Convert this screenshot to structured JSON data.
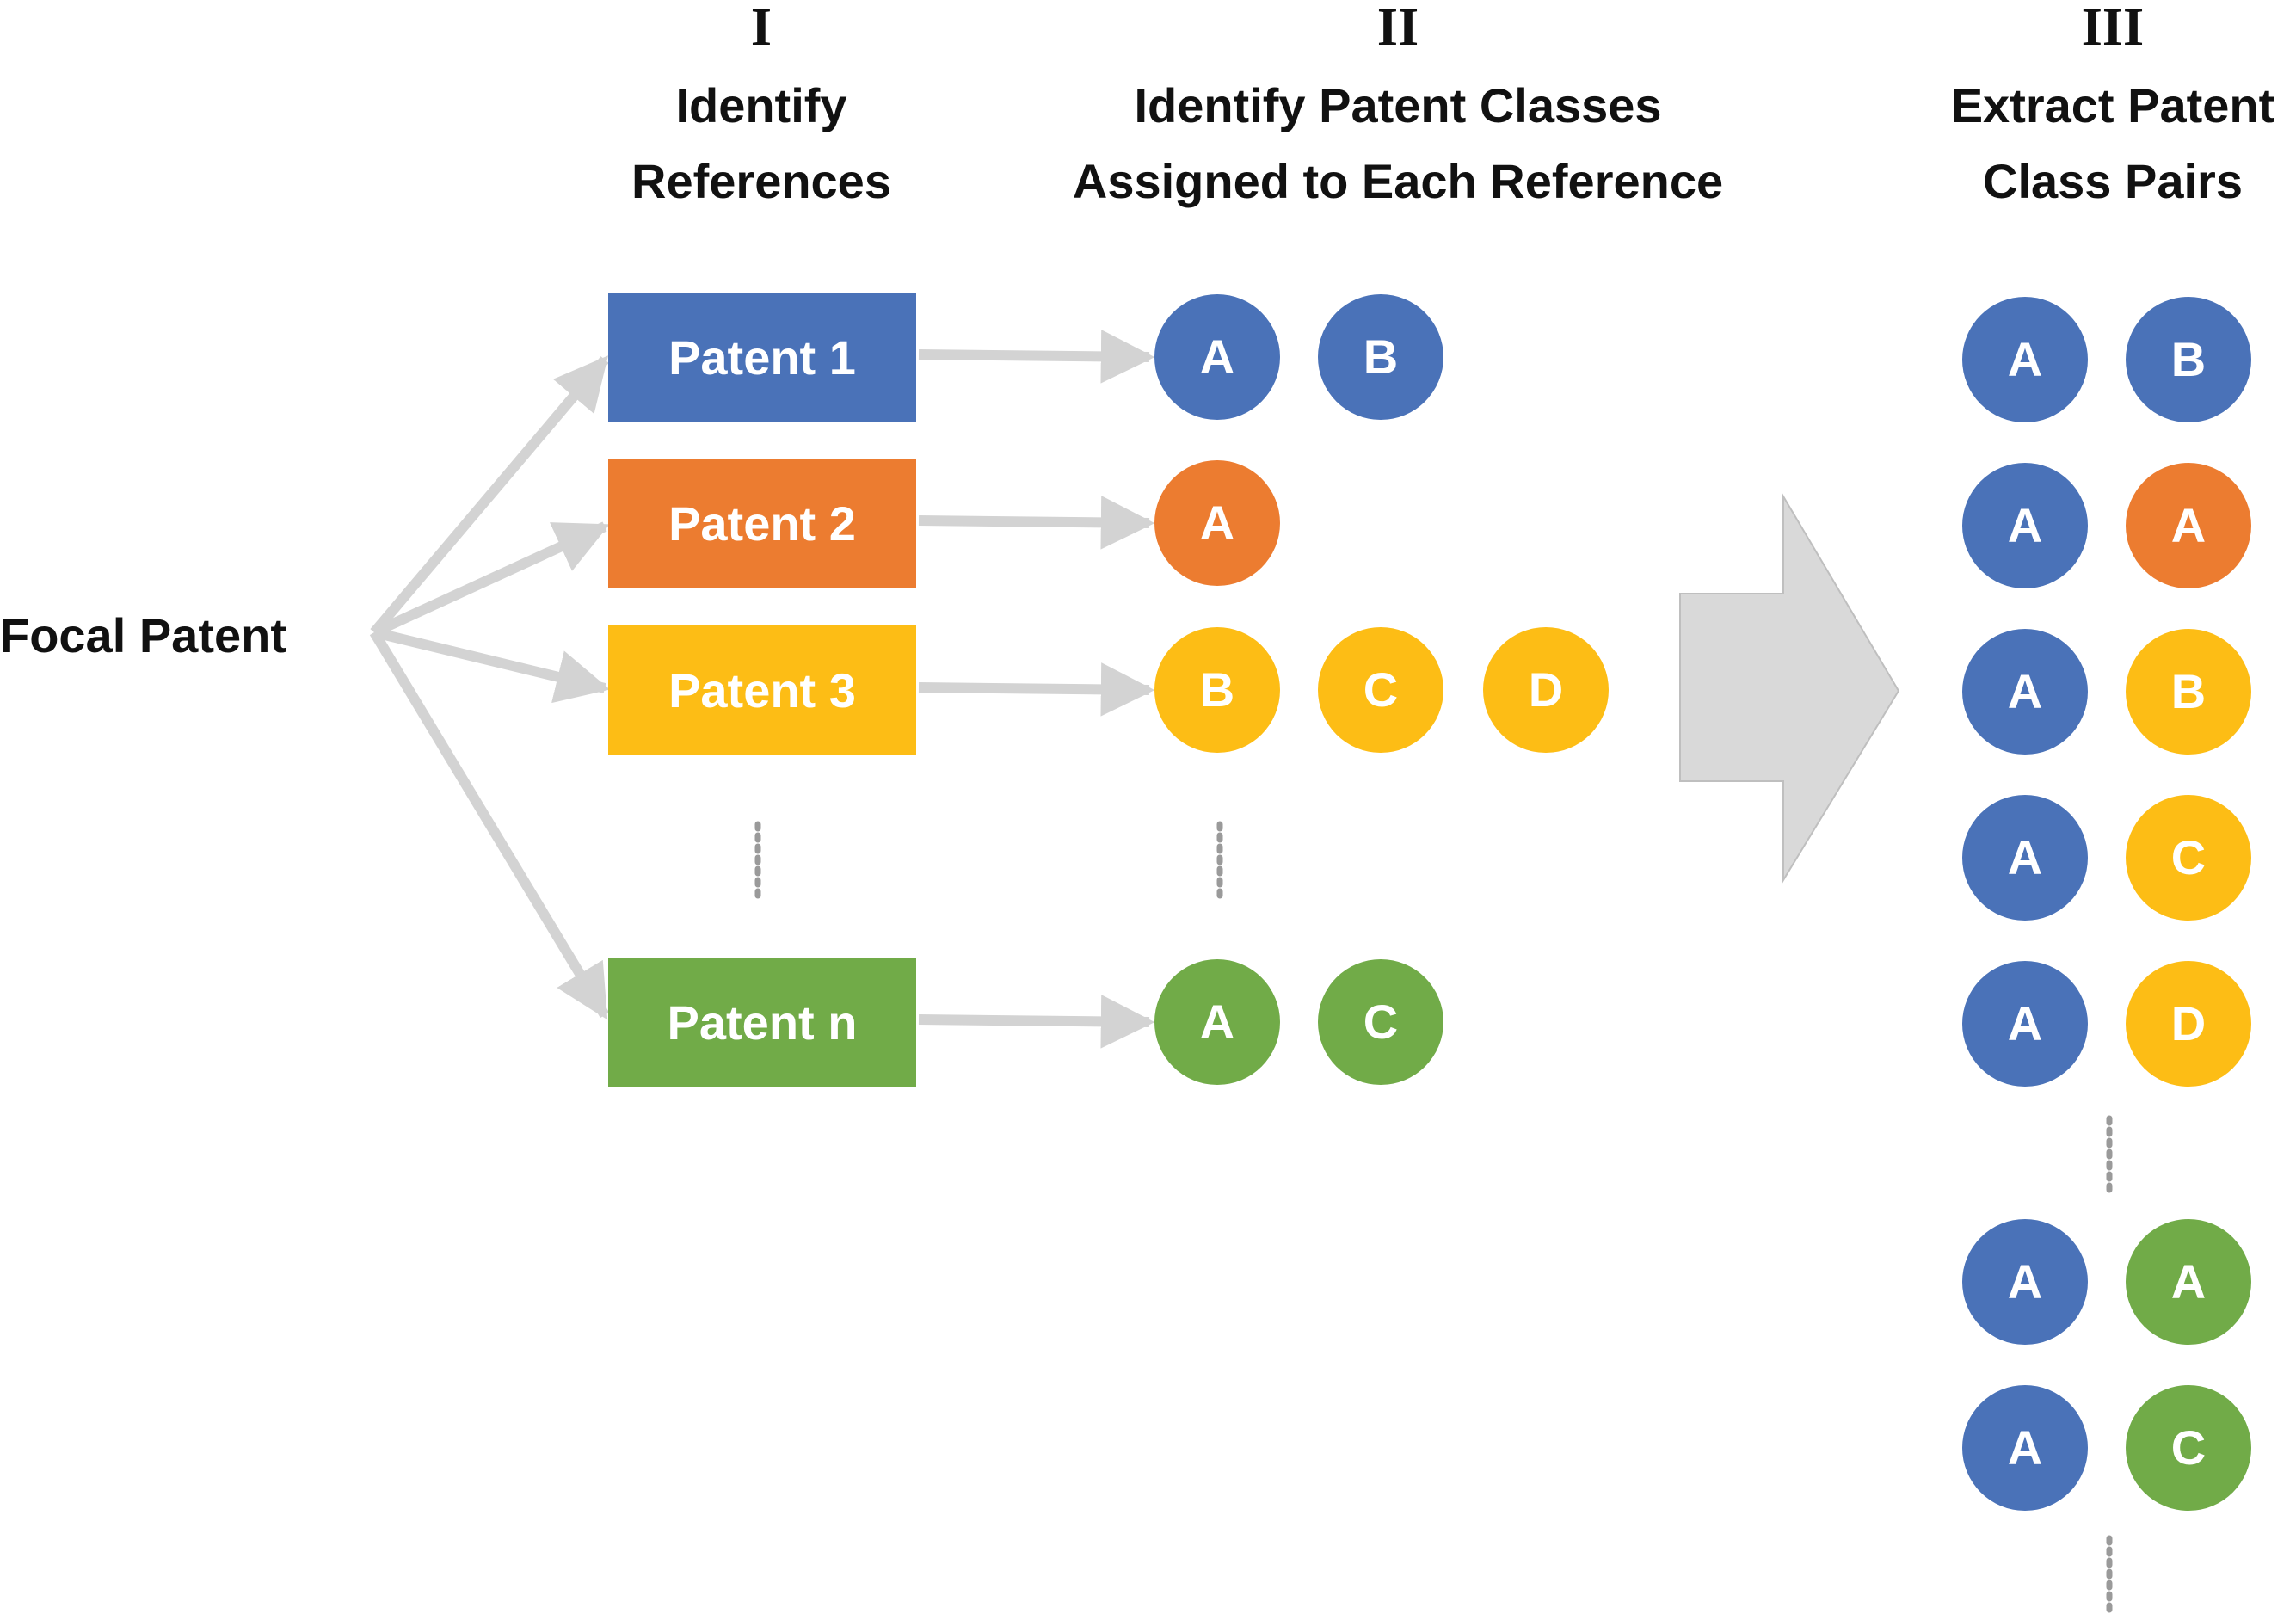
{
  "stages": [
    {
      "numeral": "I",
      "title_lines": [
        "Identify",
        "References"
      ]
    },
    {
      "numeral": "II",
      "title_lines": [
        "Identify Patent Classes",
        "Assigned to Each Reference"
      ]
    },
    {
      "numeral": "III",
      "title_lines": [
        "Extract Patent",
        "Class Pairs"
      ]
    }
  ],
  "focal_label": "Focal Patent",
  "colors": {
    "blue": "#4a72b8",
    "orange": "#ec7c30",
    "yellow": "#fdbd15",
    "green": "#71ab48",
    "arrow": "#d3d3d3",
    "dots": "#9a9a9a",
    "text": "#111111",
    "white": "#ffffff"
  },
  "references": [
    {
      "label": "Patent 1",
      "color": "blue",
      "classes": [
        "A",
        "B"
      ]
    },
    {
      "label": "Patent 2",
      "color": "orange",
      "classes": [
        "A"
      ]
    },
    {
      "label": "Patent 3",
      "color": "yellow",
      "classes": [
        "B",
        "C",
        "D"
      ]
    },
    {
      "label": "Patent n",
      "color": "green",
      "classes": [
        "A",
        "C"
      ]
    }
  ],
  "pairs": [
    {
      "left": "A",
      "left_color": "blue",
      "right": "B",
      "right_color": "blue"
    },
    {
      "left": "A",
      "left_color": "blue",
      "right": "A",
      "right_color": "orange"
    },
    {
      "left": "A",
      "left_color": "blue",
      "right": "B",
      "right_color": "yellow"
    },
    {
      "left": "A",
      "left_color": "blue",
      "right": "C",
      "right_color": "yellow"
    },
    {
      "left": "A",
      "left_color": "blue",
      "right": "D",
      "right_color": "yellow"
    },
    {
      "left": "A",
      "left_color": "blue",
      "right": "A",
      "right_color": "green"
    },
    {
      "left": "A",
      "left_color": "blue",
      "right": "C",
      "right_color": "green"
    }
  ]
}
